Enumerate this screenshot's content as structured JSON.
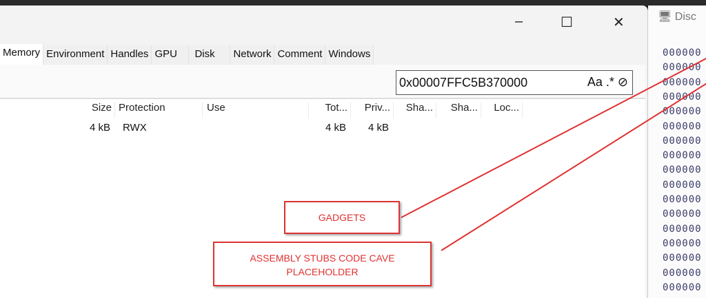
{
  "window": {
    "minimize": "–",
    "maximize": "☐",
    "close": "✕"
  },
  "tabs": [
    "Memory",
    "Environment",
    "Handles",
    "GPU",
    "Disk",
    "Network",
    "Comment",
    "Windows"
  ],
  "search": {
    "value": "0x00007FFC5B370000",
    "case": "Aa",
    "regex": ".*"
  },
  "columns": [
    "Size",
    "Protection",
    "Use",
    "Tot...",
    "Priv...",
    "Sha...",
    "Sha...",
    "Loc..."
  ],
  "row": {
    "size": "4 kB",
    "protection": "RWX",
    "total": "4 kB",
    "private": "4 kB"
  },
  "right_panel": {
    "title": "Disc",
    "hex": [
      "000000",
      "000000",
      "000000",
      "000000",
      "000000",
      "000000",
      "000000",
      "000000",
      "000000",
      "000000",
      "000000",
      "000000",
      "000000",
      "000000",
      "000000",
      "000000",
      "000000"
    ]
  },
  "annotations": {
    "gadgets": "GADGETS",
    "stubs": "ASSEMBLY STUBS CODE CAVE PLACEHOLDER"
  }
}
